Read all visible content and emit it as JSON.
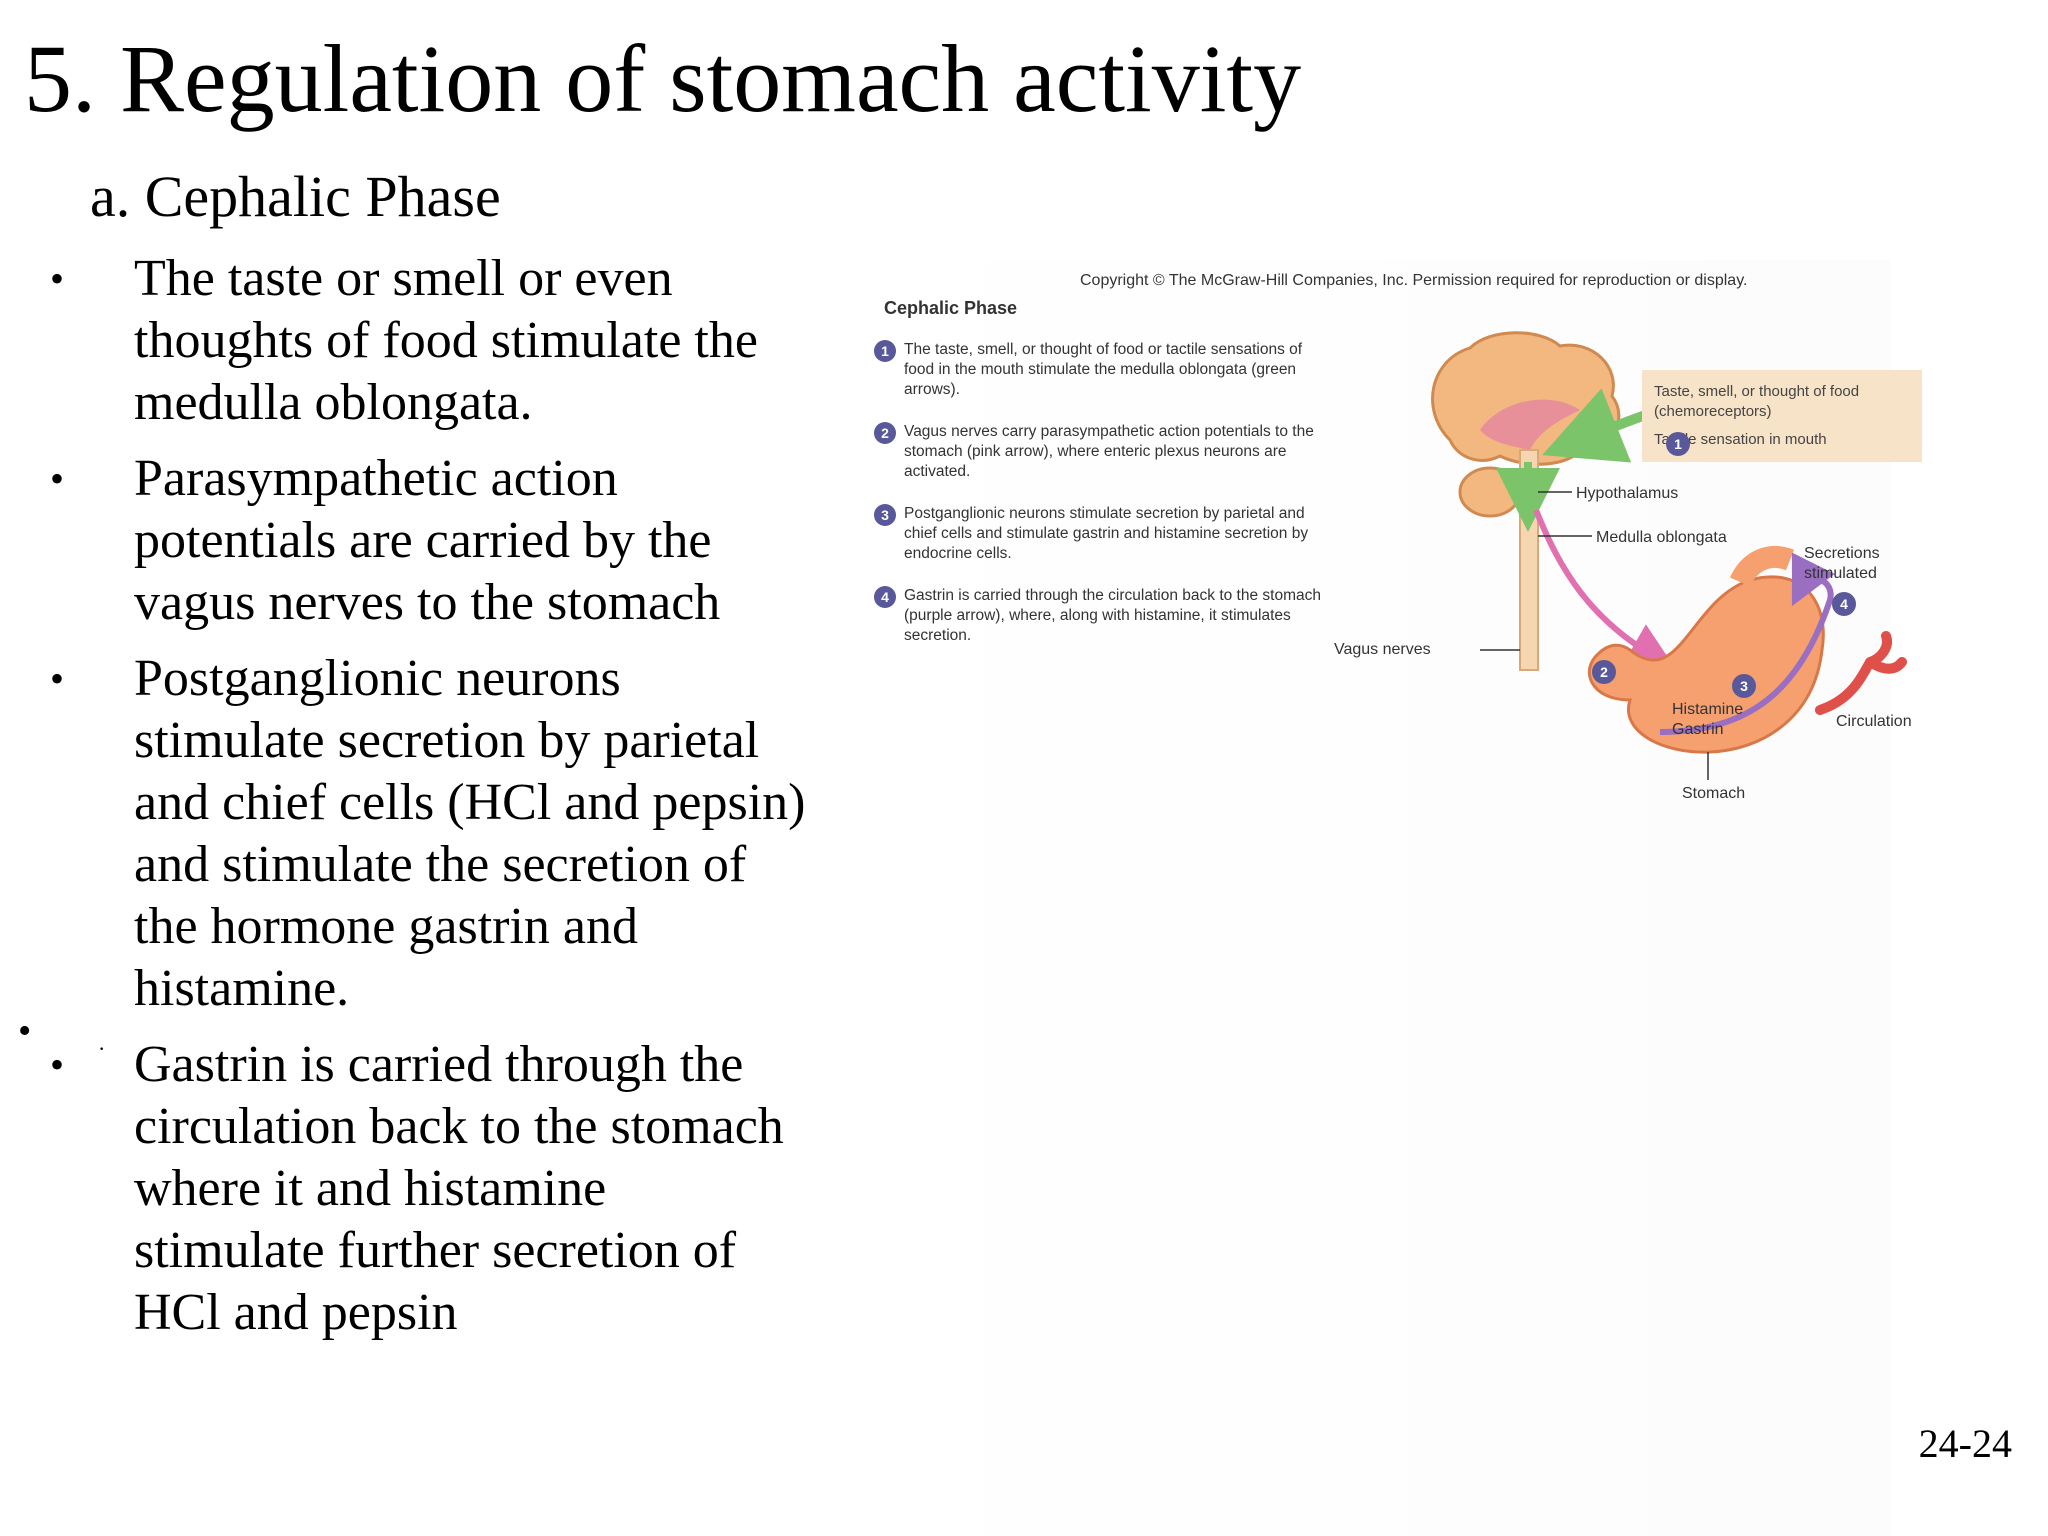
{
  "slide": {
    "title": "5. Regulation of stomach activity",
    "subheading": "a.  Cephalic Phase",
    "bullet_glyph": "•",
    "stray_glyph": "•",
    "stray_small": "·",
    "bullets": [
      "The taste or smell or even thoughts of food stimulate the medulla oblongata.",
      "Parasympathetic action potentials are carried by the vagus nerves to the stomach",
      "Postganglionic neurons stimulate secretion by parietal and chief cells (HCl and pepsin) and stimulate the secretion of the hormone gastrin and histamine.",
      "Gastrin is carried through the circulation back to the stomach where it and histamine stimulate further secretion of HCl and pepsin"
    ],
    "page_number": "24-24"
  },
  "figure": {
    "copyright": "Copyright © The McGraw-Hill Companies, Inc. Permission required for reproduction or display.",
    "title": "Cephalic Phase",
    "steps": [
      {
        "num": "1",
        "text": "The taste, smell, or thought of food or tactile sensations of food in the mouth stimulate the medulla oblongata (green arrows)."
      },
      {
        "num": "2",
        "text": "Vagus nerves carry parasympathetic action potentials to the stomach (pink arrow), where enteric plexus neurons are activated."
      },
      {
        "num": "3",
        "text": "Postganglionic neurons stimulate secretion by parietal and chief cells and stimulate gastrin and histamine secretion by endocrine cells."
      },
      {
        "num": "4",
        "text": "Gastrin is carried through the circulation back to the stomach (purple arrow), where, along with histamine, it stimulates secretion."
      }
    ],
    "labels": {
      "stimulus_1": "Taste, smell, or thought of food (chemoreceptors)",
      "stimulus_2": "Tactile sensation in mouth",
      "hypothalamus": "Hypothalamus",
      "medulla": "Medulla oblongata",
      "vagus": "Vagus nerves",
      "secretions_1": "Secretions",
      "secretions_2": "stimulated",
      "histamine": "Histamine",
      "gastrin": "Gastrin",
      "circulation": "Circulation",
      "stomach": "Stomach"
    },
    "colors": {
      "brain": "#f2b880",
      "stomach": "#f6a070",
      "green_arrow": "#7cc46a",
      "pink_arrow": "#e070b0",
      "purple_arrow": "#9a6ec0",
      "blood_vessel": "#e0504a",
      "step_marker": "#58589a",
      "stimulus_box": "#f7e3c8"
    }
  }
}
